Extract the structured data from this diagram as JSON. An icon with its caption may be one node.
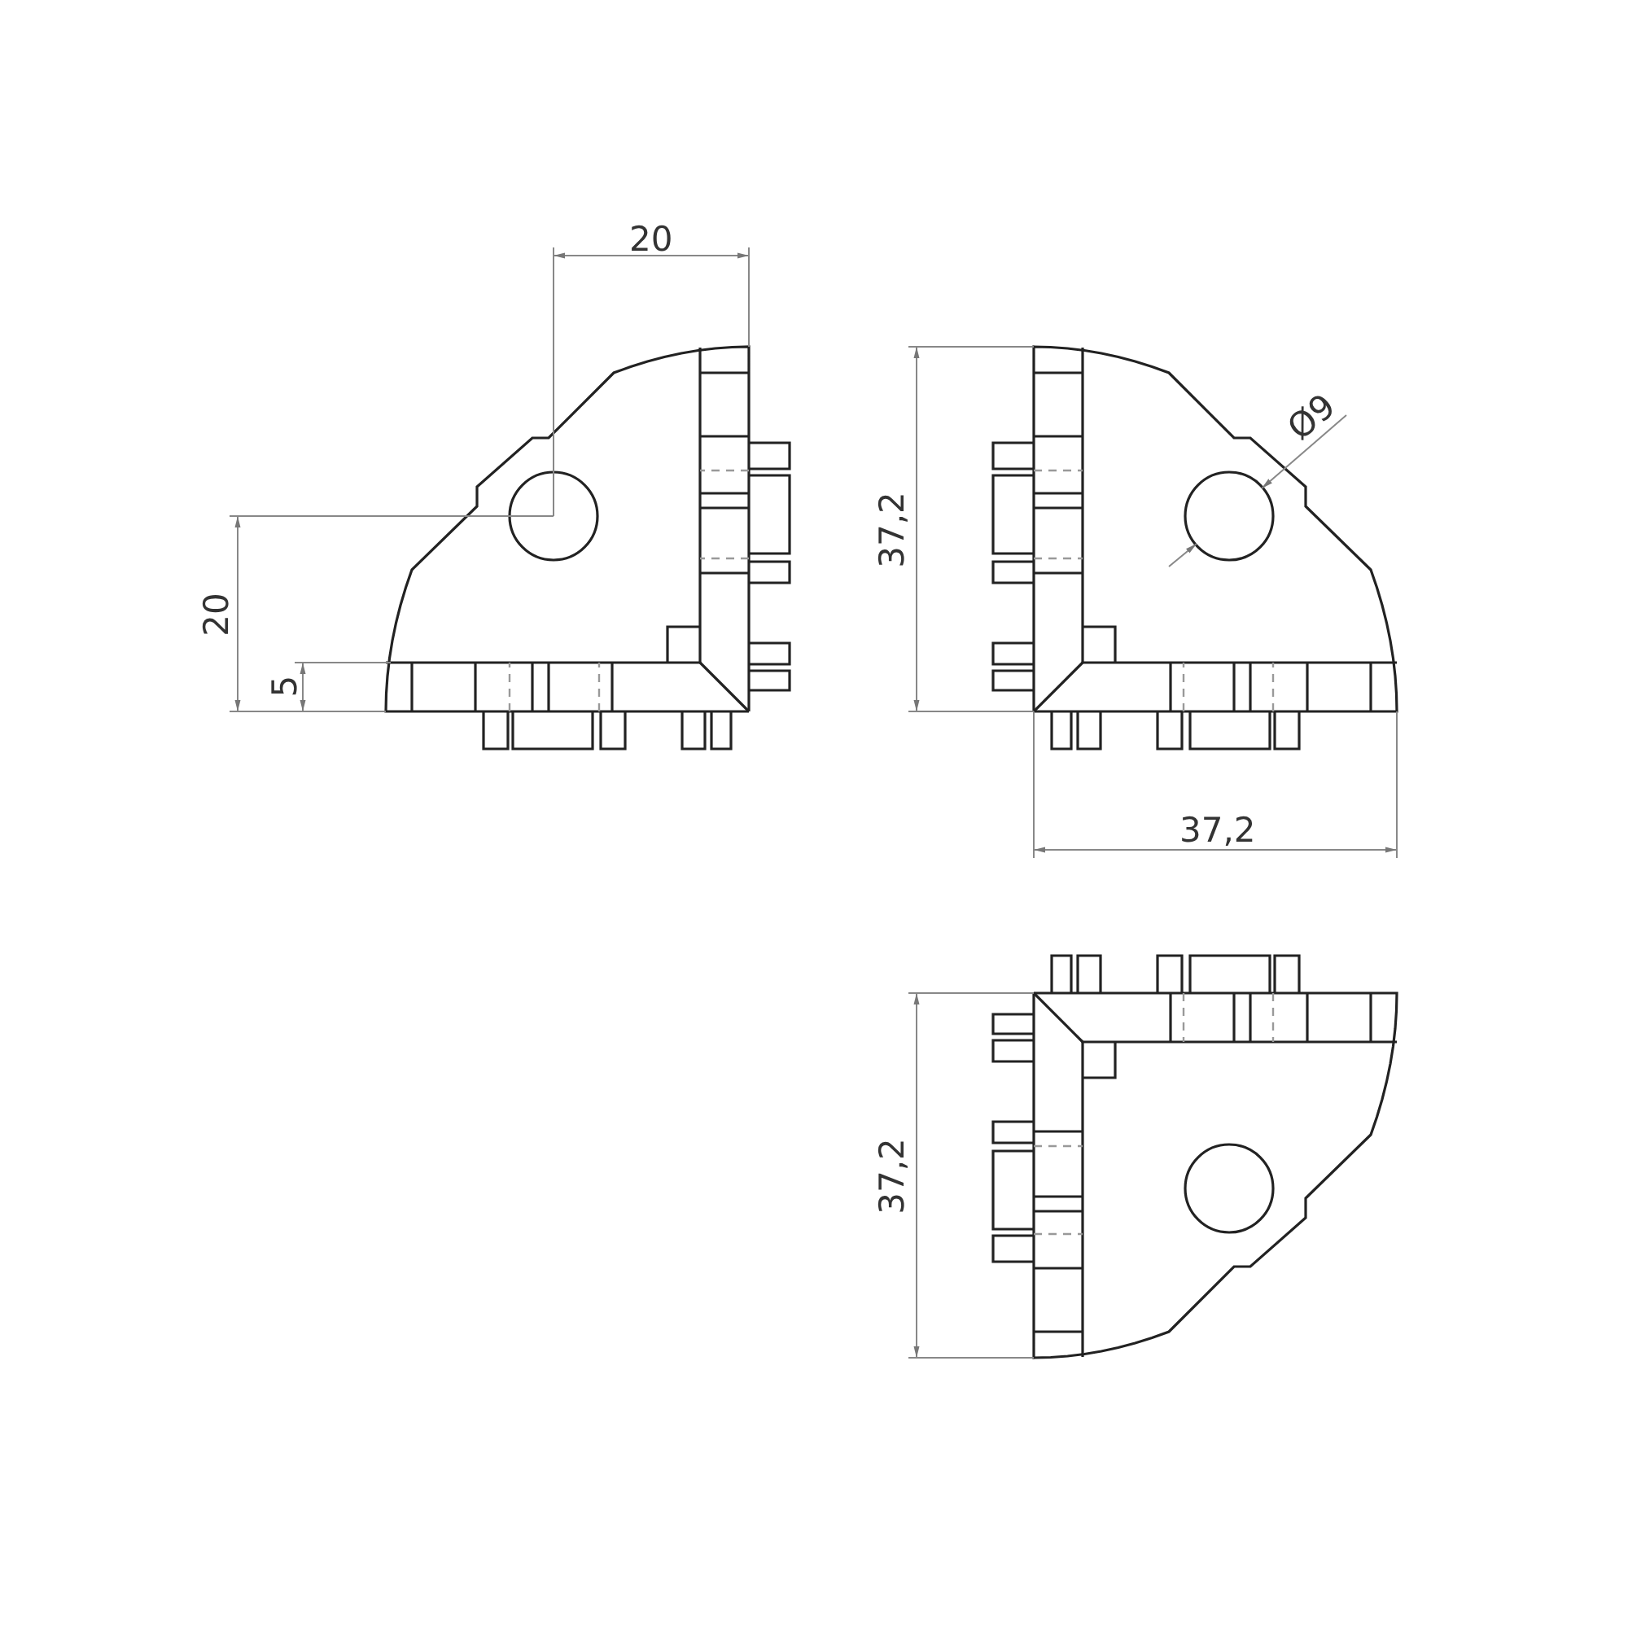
{
  "diagram": {
    "labels": [
      "20",
      "20",
      "5",
      "37,2",
      "Ø9",
      "37,2",
      "37,2"
    ]
  }
}
